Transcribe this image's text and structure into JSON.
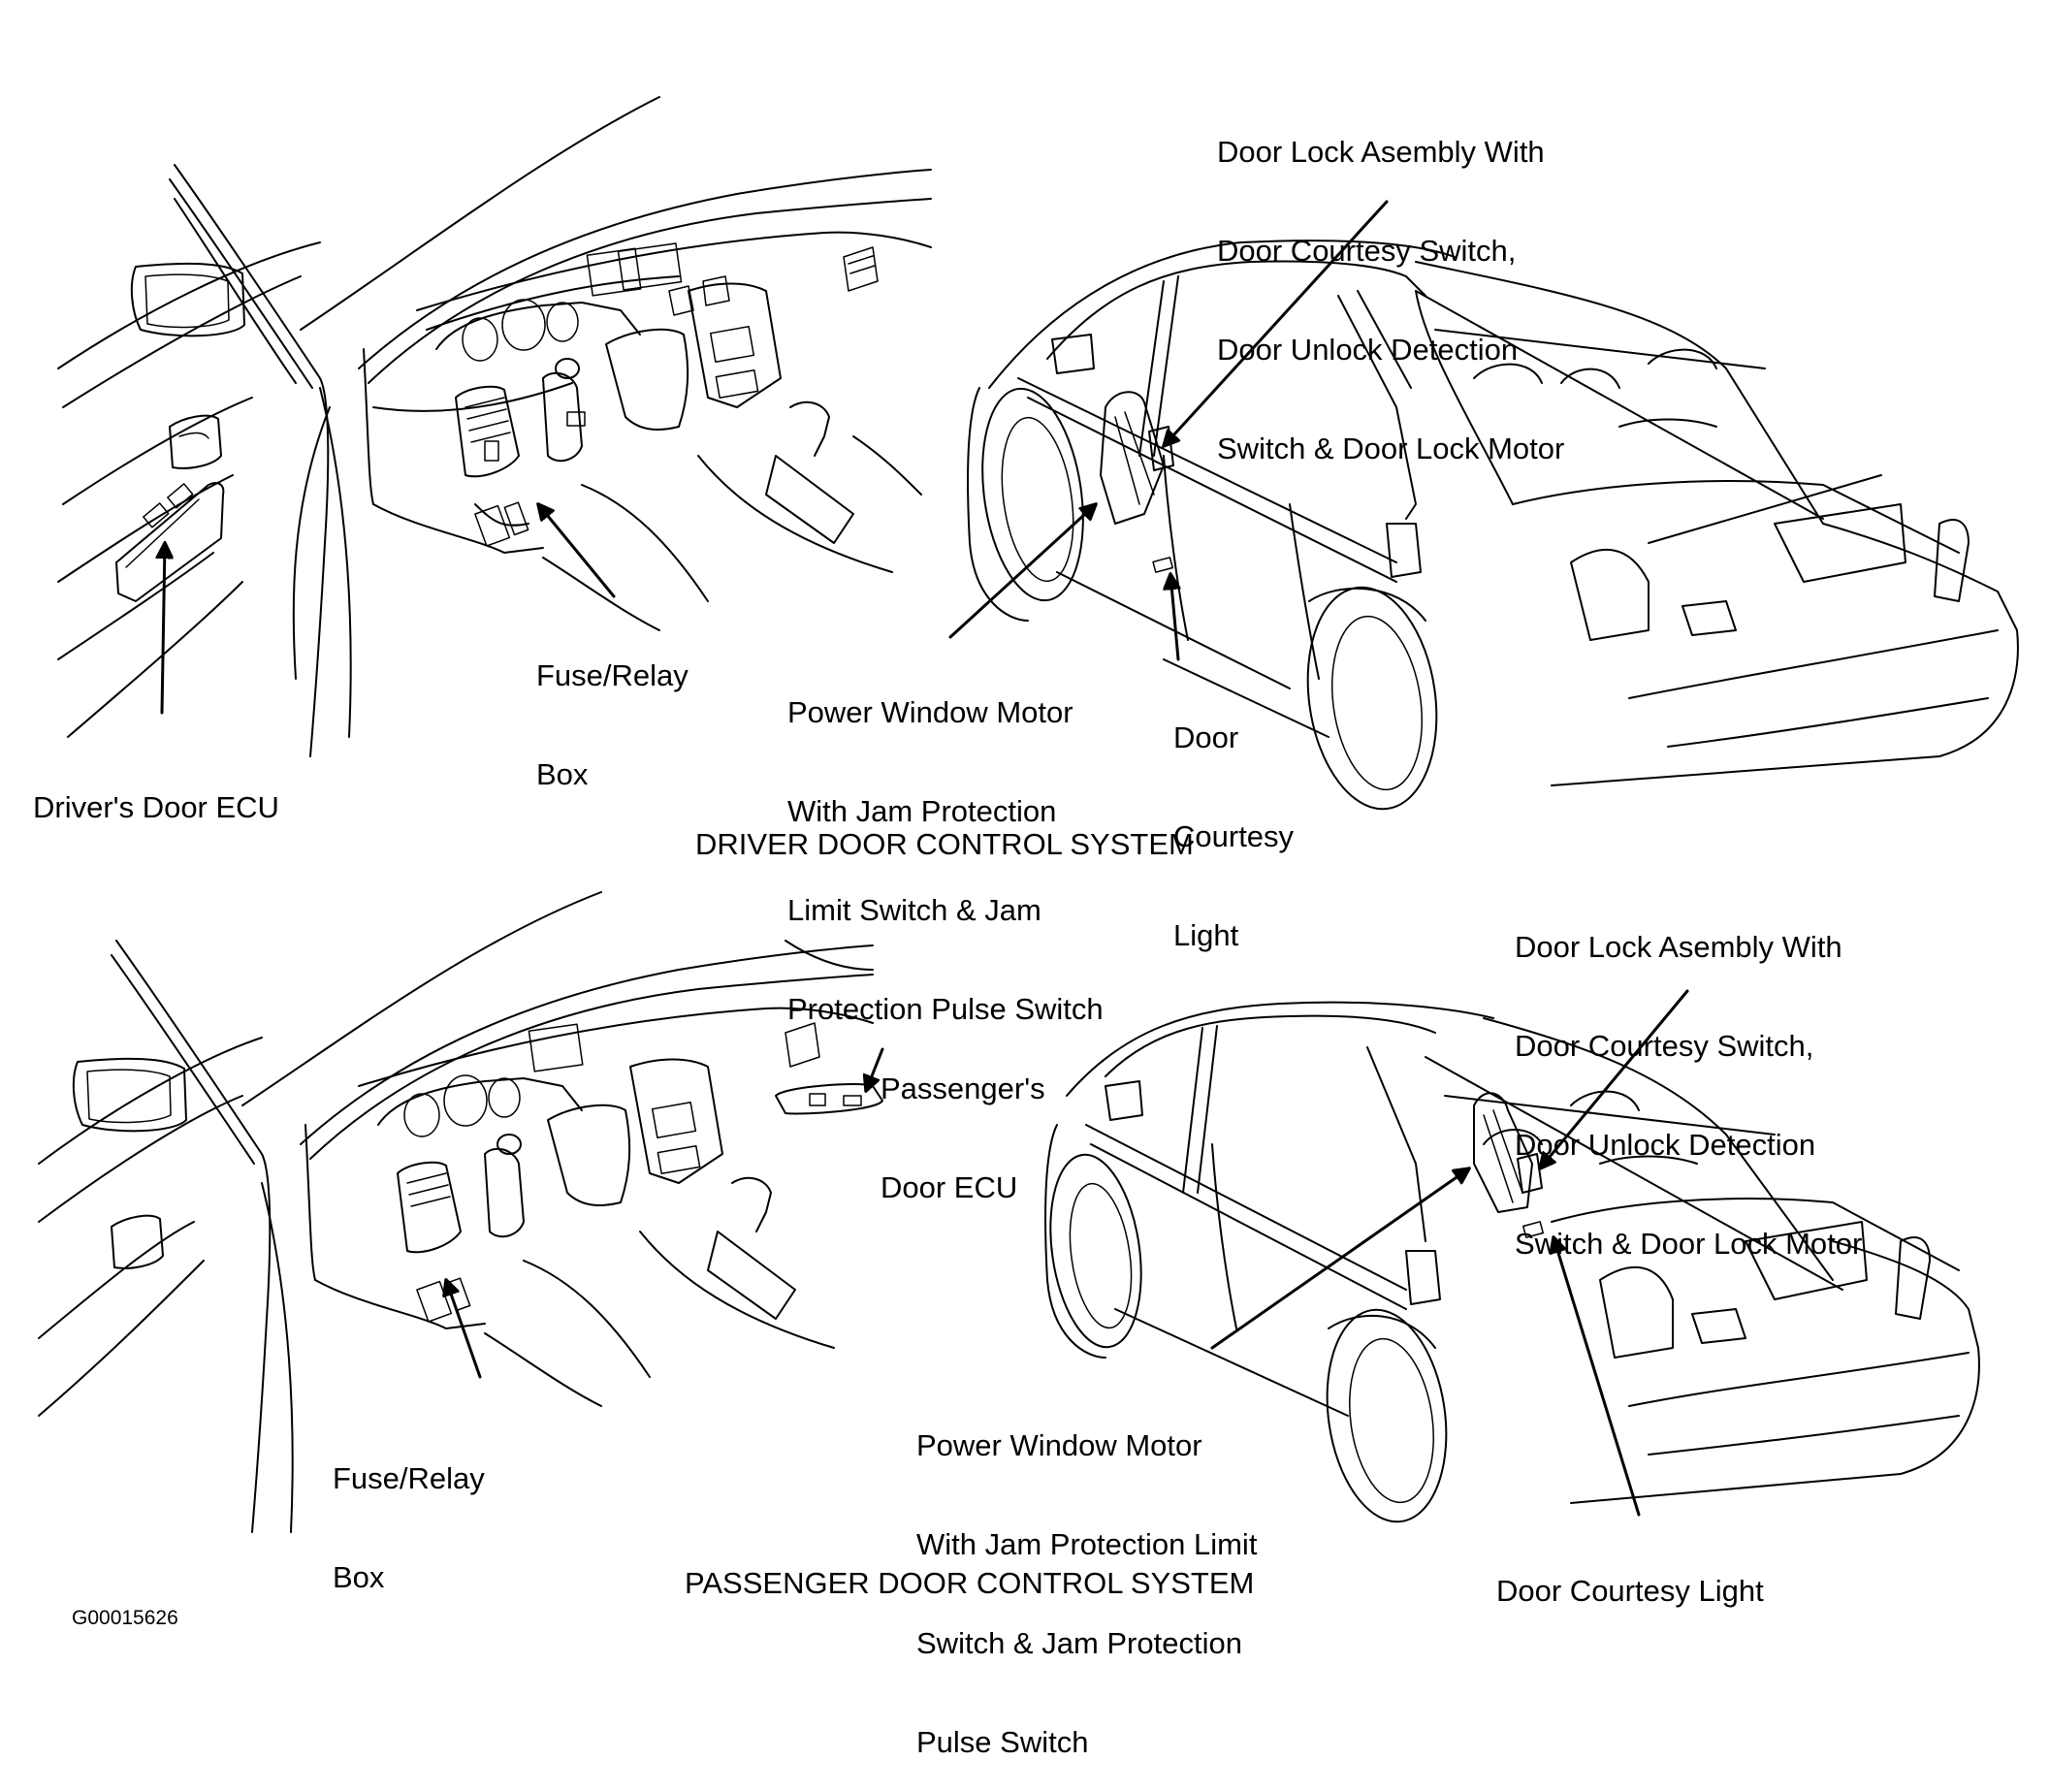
{
  "driver_section": {
    "caption": "DRIVER DOOR CONTROL SYSTEM",
    "labels": {
      "door_lock_assembly": [
        "Door Lock Asembly With",
        "Door Courtesy Switch,",
        "Door Unlock Detection",
        "Switch & Door Lock Motor"
      ],
      "drivers_door_ecu": [
        "Driver's Door ECU"
      ],
      "fuse_relay_box": [
        "Fuse/Relay",
        "Box"
      ],
      "power_window_motor": [
        "Power Window Motor",
        "With Jam Protection",
        "Limit Switch & Jam",
        "Protection Pulse Switch"
      ],
      "door_courtesy_light": [
        "Door",
        "Courtesy",
        "Light"
      ]
    }
  },
  "passenger_section": {
    "caption": "PASSENGER DOOR CONTROL SYSTEM",
    "labels": {
      "door_lock_assembly": [
        "Door Lock Asembly With",
        "Door Courtesy Switch,",
        "Door Unlock Detection",
        "Switch & Door Lock Motor"
      ],
      "passengers_door_ecu": [
        "Passenger's",
        "Door ECU"
      ],
      "fuse_relay_box": [
        "Fuse/Relay",
        "Box"
      ],
      "power_window_motor": [
        "Power Window Motor",
        "With Jam Protection Limit",
        "Switch & Jam Protection",
        "Pulse Switch"
      ],
      "door_courtesy_light": [
        "Door Courtesy Light"
      ]
    }
  },
  "figure_id": "G00015626"
}
